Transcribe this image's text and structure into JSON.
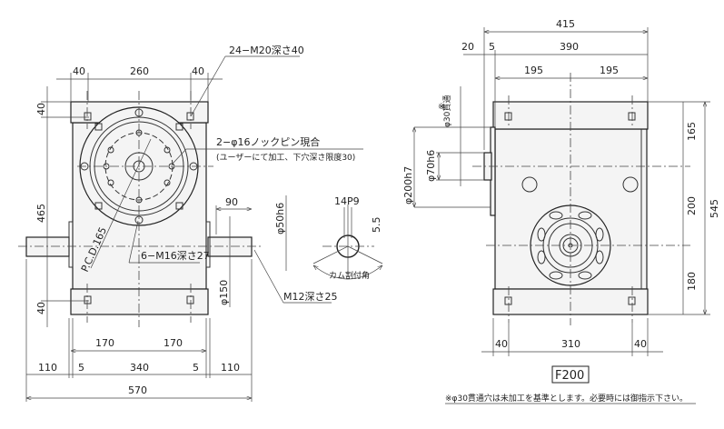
{
  "front_view": {
    "callouts": {
      "tapped_holes": "24−M20深さ40",
      "knock_pin_1": "2−φ16ノックピン現合",
      "knock_pin_2": "(ユーザーにて加工、下穴深さ限度30)",
      "pcd": "P.C.D.165",
      "output_holes": "6−M16深さ27",
      "shaft_end_tap": "M12深さ25"
    },
    "dims": {
      "top_left": "40",
      "top_mid": "260",
      "top_right": "40",
      "v_top": "40",
      "v_mid": "465",
      "v_bottom": "40",
      "half_left": "170",
      "half_right": "170",
      "shaft_left": "110",
      "gap_left": "5",
      "body": "340",
      "gap_right": "5",
      "shaft_right": "110",
      "overall": "570",
      "shaft_len": "90",
      "shaft_dia": "φ50h6",
      "boss_dia": "φ150"
    }
  },
  "key_detail": {
    "key": "14P9",
    "depth": "5.5",
    "angle_label": "カム割付角"
  },
  "side_view": {
    "dims": {
      "overall_width": "415",
      "flange": "20",
      "gap": "5",
      "body": "390",
      "half_left": "195",
      "half_right": "195",
      "through_hole_mark": "※",
      "through_hole": "φ30貫通",
      "pilot": "φ200h7",
      "shaft": "φ70h6",
      "v1": "165",
      "v2": "200",
      "v3": "180",
      "v_total": "545",
      "bottom_left": "40",
      "bottom_mid": "310",
      "bottom_right": "40"
    }
  },
  "model": "F200",
  "note": "※φ30貫通穴は未加工を基準とします。必要時には御指示下さい。"
}
